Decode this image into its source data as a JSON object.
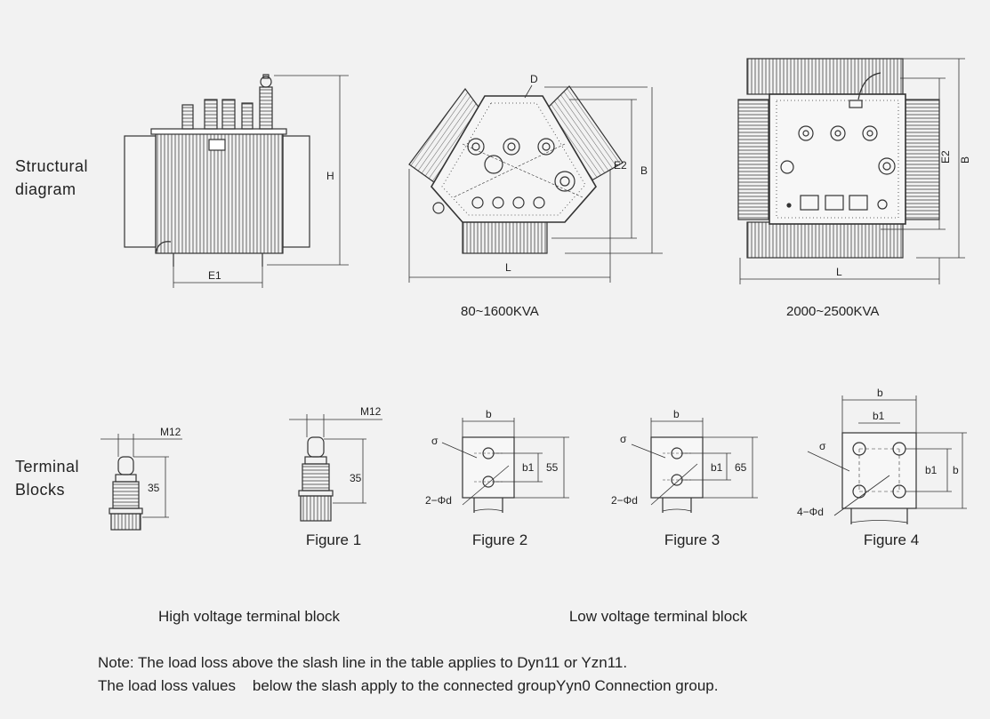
{
  "labels": {
    "structural_line1": "Structural",
    "structural_line2": "diagram",
    "terminal_line1": "Terminal",
    "terminal_line2": "Blocks"
  },
  "captions": {
    "kva_small": "80~1600KVA",
    "kva_large": "2000~2500KVA",
    "figure1": "Figure 1",
    "figure2": "Figure 2",
    "figure3": "Figure 3",
    "figure4": "Figure 4",
    "high_voltage": "High voltage terminal block",
    "low_voltage": "Low voltage terminal block"
  },
  "dimensions": {
    "H": "H",
    "E1": "E1",
    "E2": "E2",
    "B": "B",
    "L": "L",
    "D": "D",
    "M12": "M12",
    "35": "35",
    "55": "55",
    "65": "65",
    "b": "b",
    "b1": "b1",
    "sigma": "σ",
    "hole2": "2−Φd",
    "hole4": "4−Φd"
  },
  "notes": {
    "line1": "Note: The load loss above the slash line in the table applies to Dyn11 or Yzn11.",
    "line2": "The load loss values    below the slash apply to the connected groupYyn0 Connection group."
  }
}
